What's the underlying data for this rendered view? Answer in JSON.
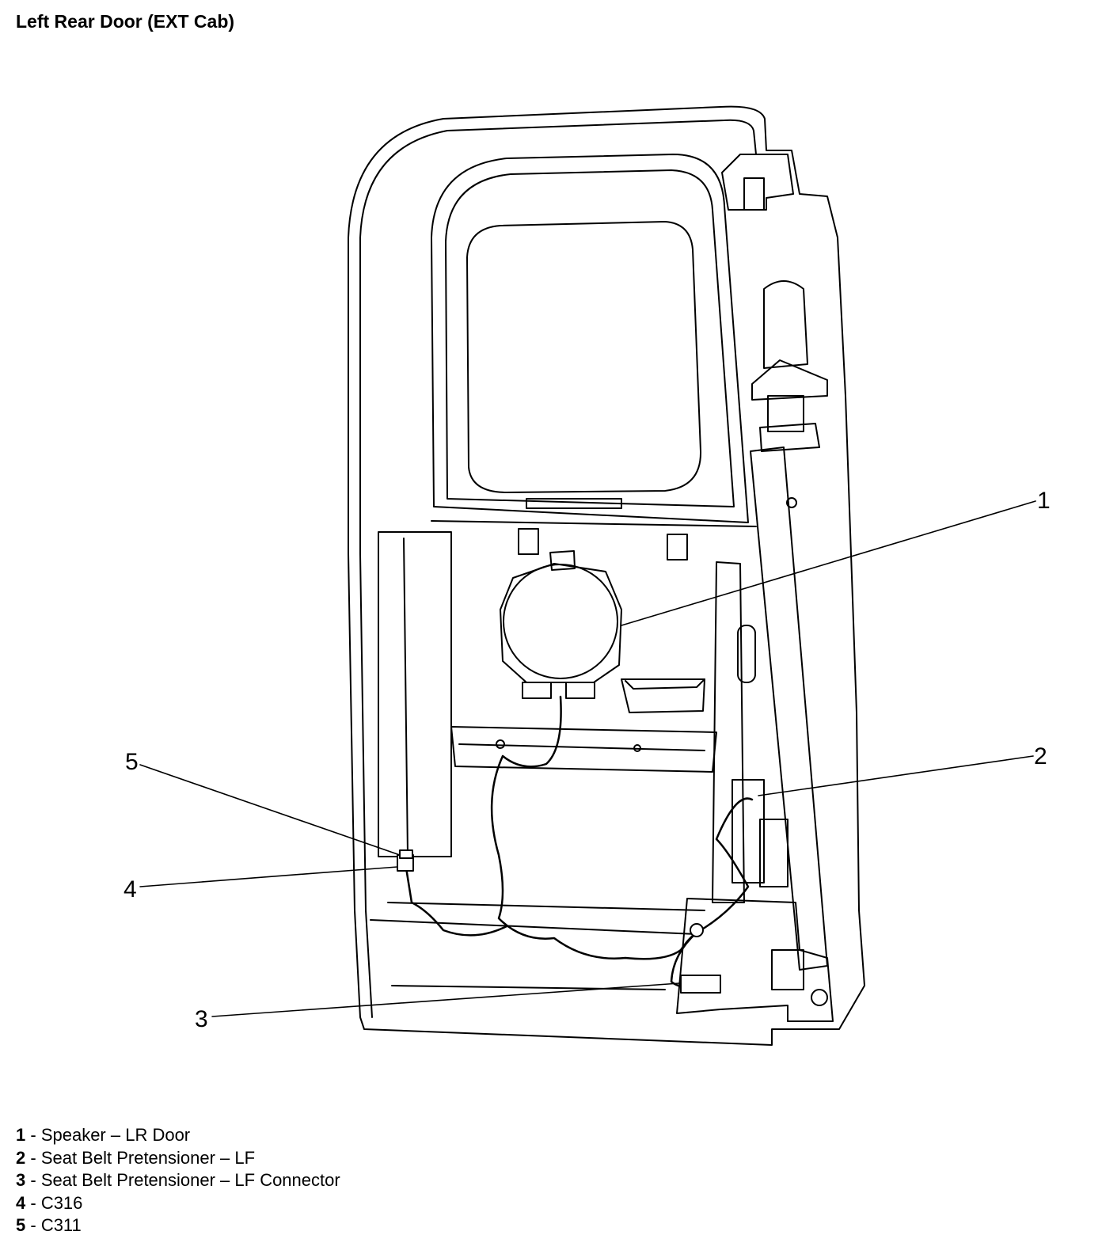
{
  "title": "Left Rear Door (EXT Cab)",
  "callouts": [
    {
      "number": "1",
      "description": "Speaker – LR Door"
    },
    {
      "number": "2",
      "description": "Seat Belt Pretensioner – LF"
    },
    {
      "number": "3",
      "description": "Seat Belt Pretensioner – LF Connector"
    },
    {
      "number": "4",
      "description": "C316"
    },
    {
      "number": "5",
      "description": "C311"
    }
  ]
}
